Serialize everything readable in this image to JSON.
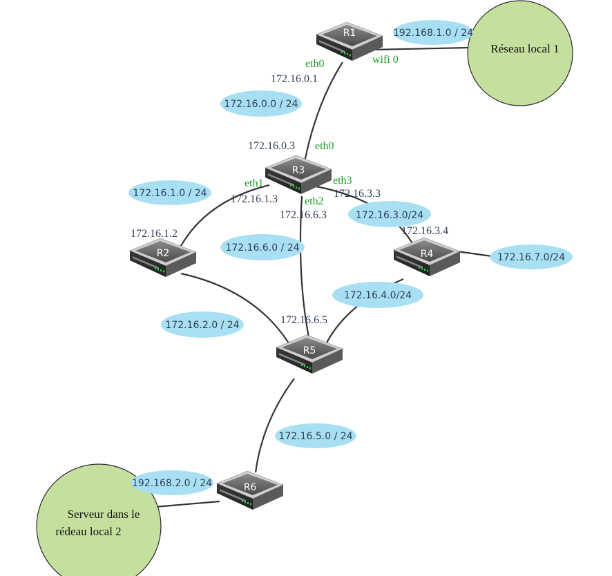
{
  "routers": [
    {
      "id": "r1",
      "label": "R1"
    },
    {
      "id": "r2",
      "label": "R2"
    },
    {
      "id": "r3",
      "label": "R3"
    },
    {
      "id": "r4",
      "label": "R4"
    },
    {
      "id": "r5",
      "label": "R5"
    },
    {
      "id": "r6",
      "label": "R6"
    }
  ],
  "networks": {
    "n_192_168_1": "192.168.1.0 / 24",
    "n_172_16_0": "172.16.0.0 / 24",
    "n_172_16_1": "172.16.1.0 / 24",
    "n_172_16_3": "172.16.3.0/24",
    "n_172_16_6": "172.16.6.0 / 24",
    "n_172_16_7": "172.16.7.0/24",
    "n_172_16_4": "172.16.4.0/24",
    "n_172_16_2": "172.16.2.0 / 24",
    "n_172_16_5": "172.16.5.0 / 24",
    "n_192_168_2": "192.168.2.0 / 24"
  },
  "addresses": {
    "r1_eth0": "172.16.0.1",
    "r3_eth0": "172.16.0.3",
    "r3_eth1": "172.16.1.3",
    "r3_eth2": "172.16.6.3",
    "r3_eth3": "172.16.3.3",
    "r2_a": "172.16.1.2",
    "r4_a": "172.16.3.4",
    "r5_a": "172.16.6.5"
  },
  "interfaces": {
    "r1_eth0": "eth0",
    "r1_wifi0": "wifi 0",
    "r3_eth0": "eth0",
    "r3_eth1": "eth1",
    "r3_eth2": "eth2",
    "r3_eth3": "eth3"
  },
  "lans": {
    "lan1": "Réseau local 1",
    "lan2_line1": "Serveur dans le",
    "lan2_line2": "rédeau local 2"
  }
}
